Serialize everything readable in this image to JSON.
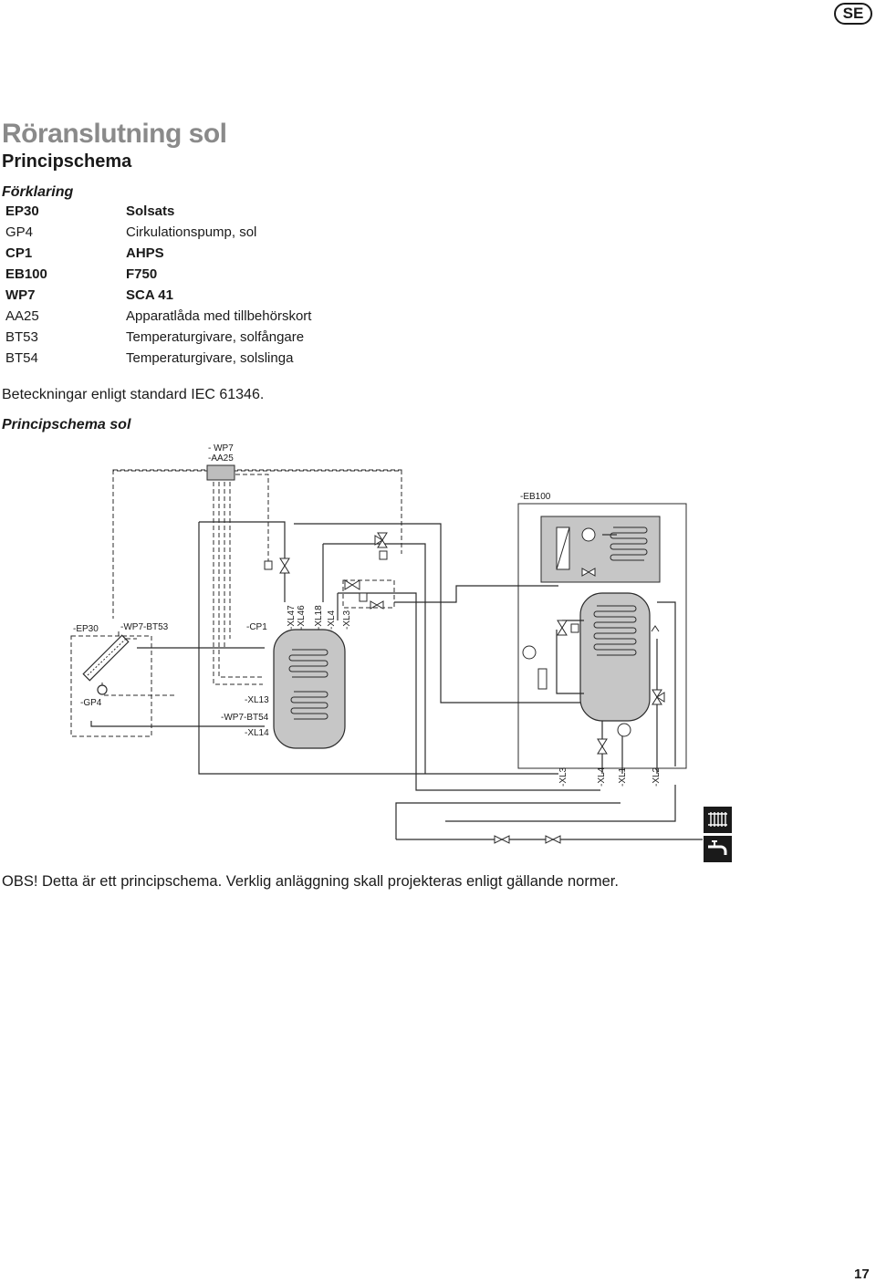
{
  "header": {
    "language_badge": "SE"
  },
  "title": "Röranslutning sol",
  "subtitle": "Principschema",
  "legend": {
    "heading": "Förklaring",
    "rows": [
      {
        "code": "EP30",
        "description": "Solsats",
        "bold": true
      },
      {
        "code": "GP4",
        "description": "Cirkulationspump, sol",
        "bold": false
      },
      {
        "code": "CP1",
        "description": "AHPS",
        "bold": true
      },
      {
        "code": "EB100",
        "description": "F750",
        "bold": true
      },
      {
        "code": "WP7",
        "description": "SCA 41",
        "bold": true
      },
      {
        "code": "AA25",
        "description": "Apparatlåda med tillbehörskort",
        "bold": false
      },
      {
        "code": "BT53",
        "description": "Temperaturgivare, solfångare",
        "bold": false
      },
      {
        "code": "BT54",
        "description": "Temperaturgivare, solslinga",
        "bold": false
      }
    ]
  },
  "standard_note": "Beteckningar enligt standard IEC 61346.",
  "diagram": {
    "heading": "Principschema sol",
    "labels": {
      "wp7": "- WP7",
      "aa25": "-AA25",
      "eb100": "-EB100",
      "ep30": "-EP30",
      "bt53": "-WP7-BT53",
      "cp1": "-CP1",
      "xl47": "-XL47",
      "xl46": "-XL46",
      "xl18": "-XL18",
      "xl4_top": "-XL4",
      "xl3_top": "-XL3",
      "gp4": "-GP4",
      "xl13": "-XL13",
      "bt54": "-WP7-BT54",
      "xl14": "-XL14",
      "xl3_bottom": "-XL3",
      "xl4_bottom": "-XL4",
      "xl1": "-XL1",
      "xl2": "-XL2"
    },
    "icons": [
      "radiator-icon",
      "tap-water-icon"
    ]
  },
  "obs_note": "OBS! Detta är ett principschema. Verklig anläggning skall projekteras enligt gällande normer.",
  "page_number": "17"
}
